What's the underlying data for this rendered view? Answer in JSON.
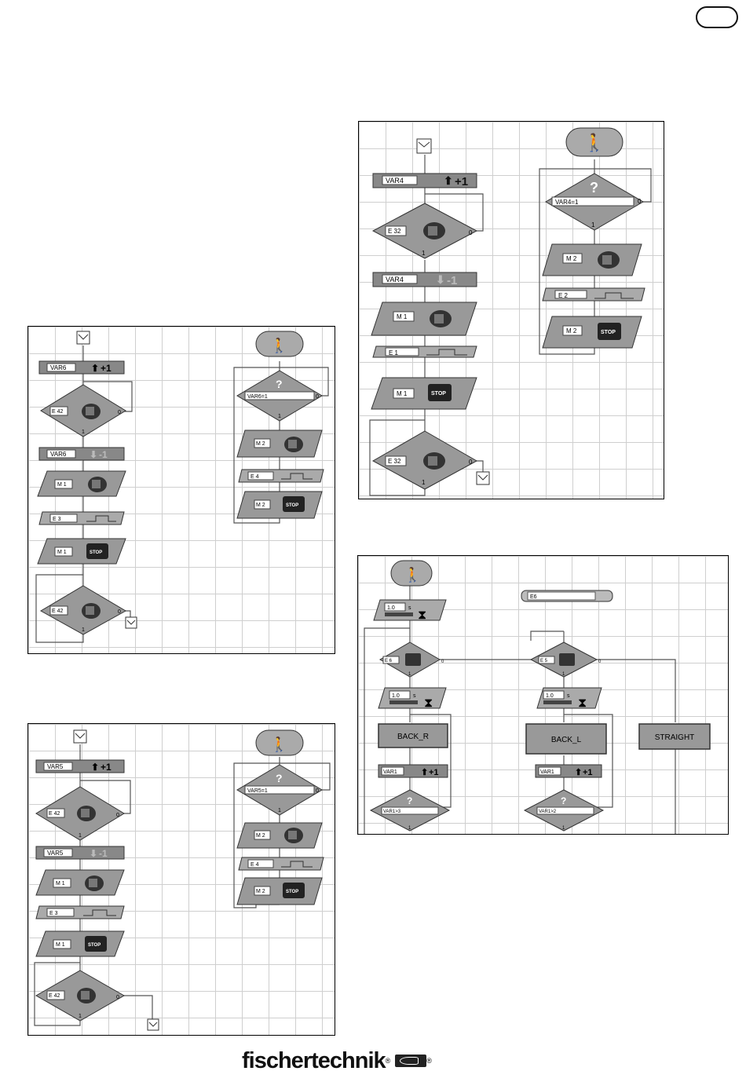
{
  "lang_badge": "",
  "logo": {
    "text": "fischertechnik",
    "registered": "®"
  },
  "common": {
    "yes": "1",
    "no": "0",
    "stop": "STOP",
    "question": "?"
  },
  "panel_top_right": {
    "counter_up": {
      "var": "VAR4",
      "op": "+1"
    },
    "branch_a": "E 32",
    "counter_down": {
      "var": "VAR4",
      "op": "-1"
    },
    "motor_on": "M 1",
    "wait_input": "E 1",
    "motor_off": "M 1",
    "branch_b": "E 32",
    "condition": "VAR4=1",
    "motor2_on": "M 2",
    "wait_input_2": "E 2",
    "motor2_off": "M 2"
  },
  "panel_middle_left": {
    "counter_up": {
      "var": "VAR6",
      "op": "+1"
    },
    "branch_a": "E 42",
    "counter_down": {
      "var": "VAR6",
      "op": "-1"
    },
    "motor_on": "M 1",
    "wait_input": "E 3",
    "motor_off": "M 1",
    "branch_b": "E 42",
    "condition": "VAR6=1",
    "motor2_on": "M 2",
    "wait_input_2": "E 4",
    "motor2_off": "M 2"
  },
  "panel_bottom_left": {
    "counter_up": {
      "var": "VAR5",
      "op": "+1"
    },
    "branch_a": "E 42",
    "counter_down": {
      "var": "VAR5",
      "op": "-1"
    },
    "motor_on": "M 1",
    "wait_input": "E 3",
    "motor_off": "M 1",
    "branch_b": "E 42",
    "condition": "VAR5=1",
    "motor2_on": "M 2",
    "wait_input_2": "E 4",
    "motor2_off": "M 2"
  },
  "panel_right_lower": {
    "display": "E6",
    "wait1": "1.0",
    "wait_unit": "s",
    "branch_left": "E 6",
    "branch_right": "E 5",
    "wait2": "1.0",
    "wait3": "1.0",
    "back_r": "BACK_R",
    "back_l": "BACK_L",
    "straight": "STRAIGHT",
    "var_left": "VAR1",
    "var_right": "VAR1",
    "var_op": "+1",
    "cond_left": "VAR1>3",
    "cond_right": "VAR1>2"
  }
}
